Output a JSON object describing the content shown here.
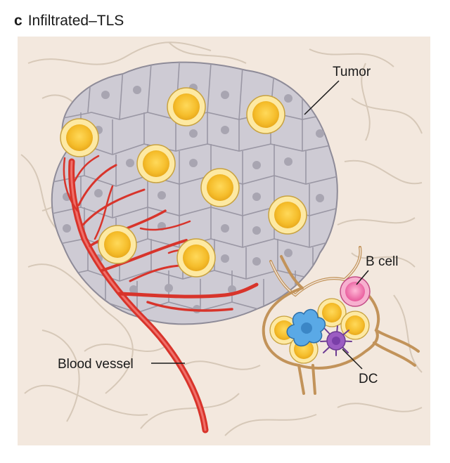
{
  "panel": {
    "letter": "c",
    "title": "Infiltrated–TLS"
  },
  "labels": {
    "tumor": "Tumor",
    "b_cell": "B cell",
    "dc": "DC",
    "blood_vessel": "Blood vessel"
  },
  "colors": {
    "background": "#f3e8de",
    "fibers": "#cfc2b3",
    "tumor_cell": "#cfcdd6",
    "tumor_cell_border": "#8d8a97",
    "tumor_nucleus": "#a7a4b0",
    "t_cell": "#f7c637",
    "t_cell_ring": "#fde9a3",
    "blood_vessel": "#d9342b",
    "b_cell": "#ee6aa6",
    "dc": "#9b5cc2",
    "macrophage": "#5aa9e6",
    "tls_lymphatic": "#c2935a"
  }
}
